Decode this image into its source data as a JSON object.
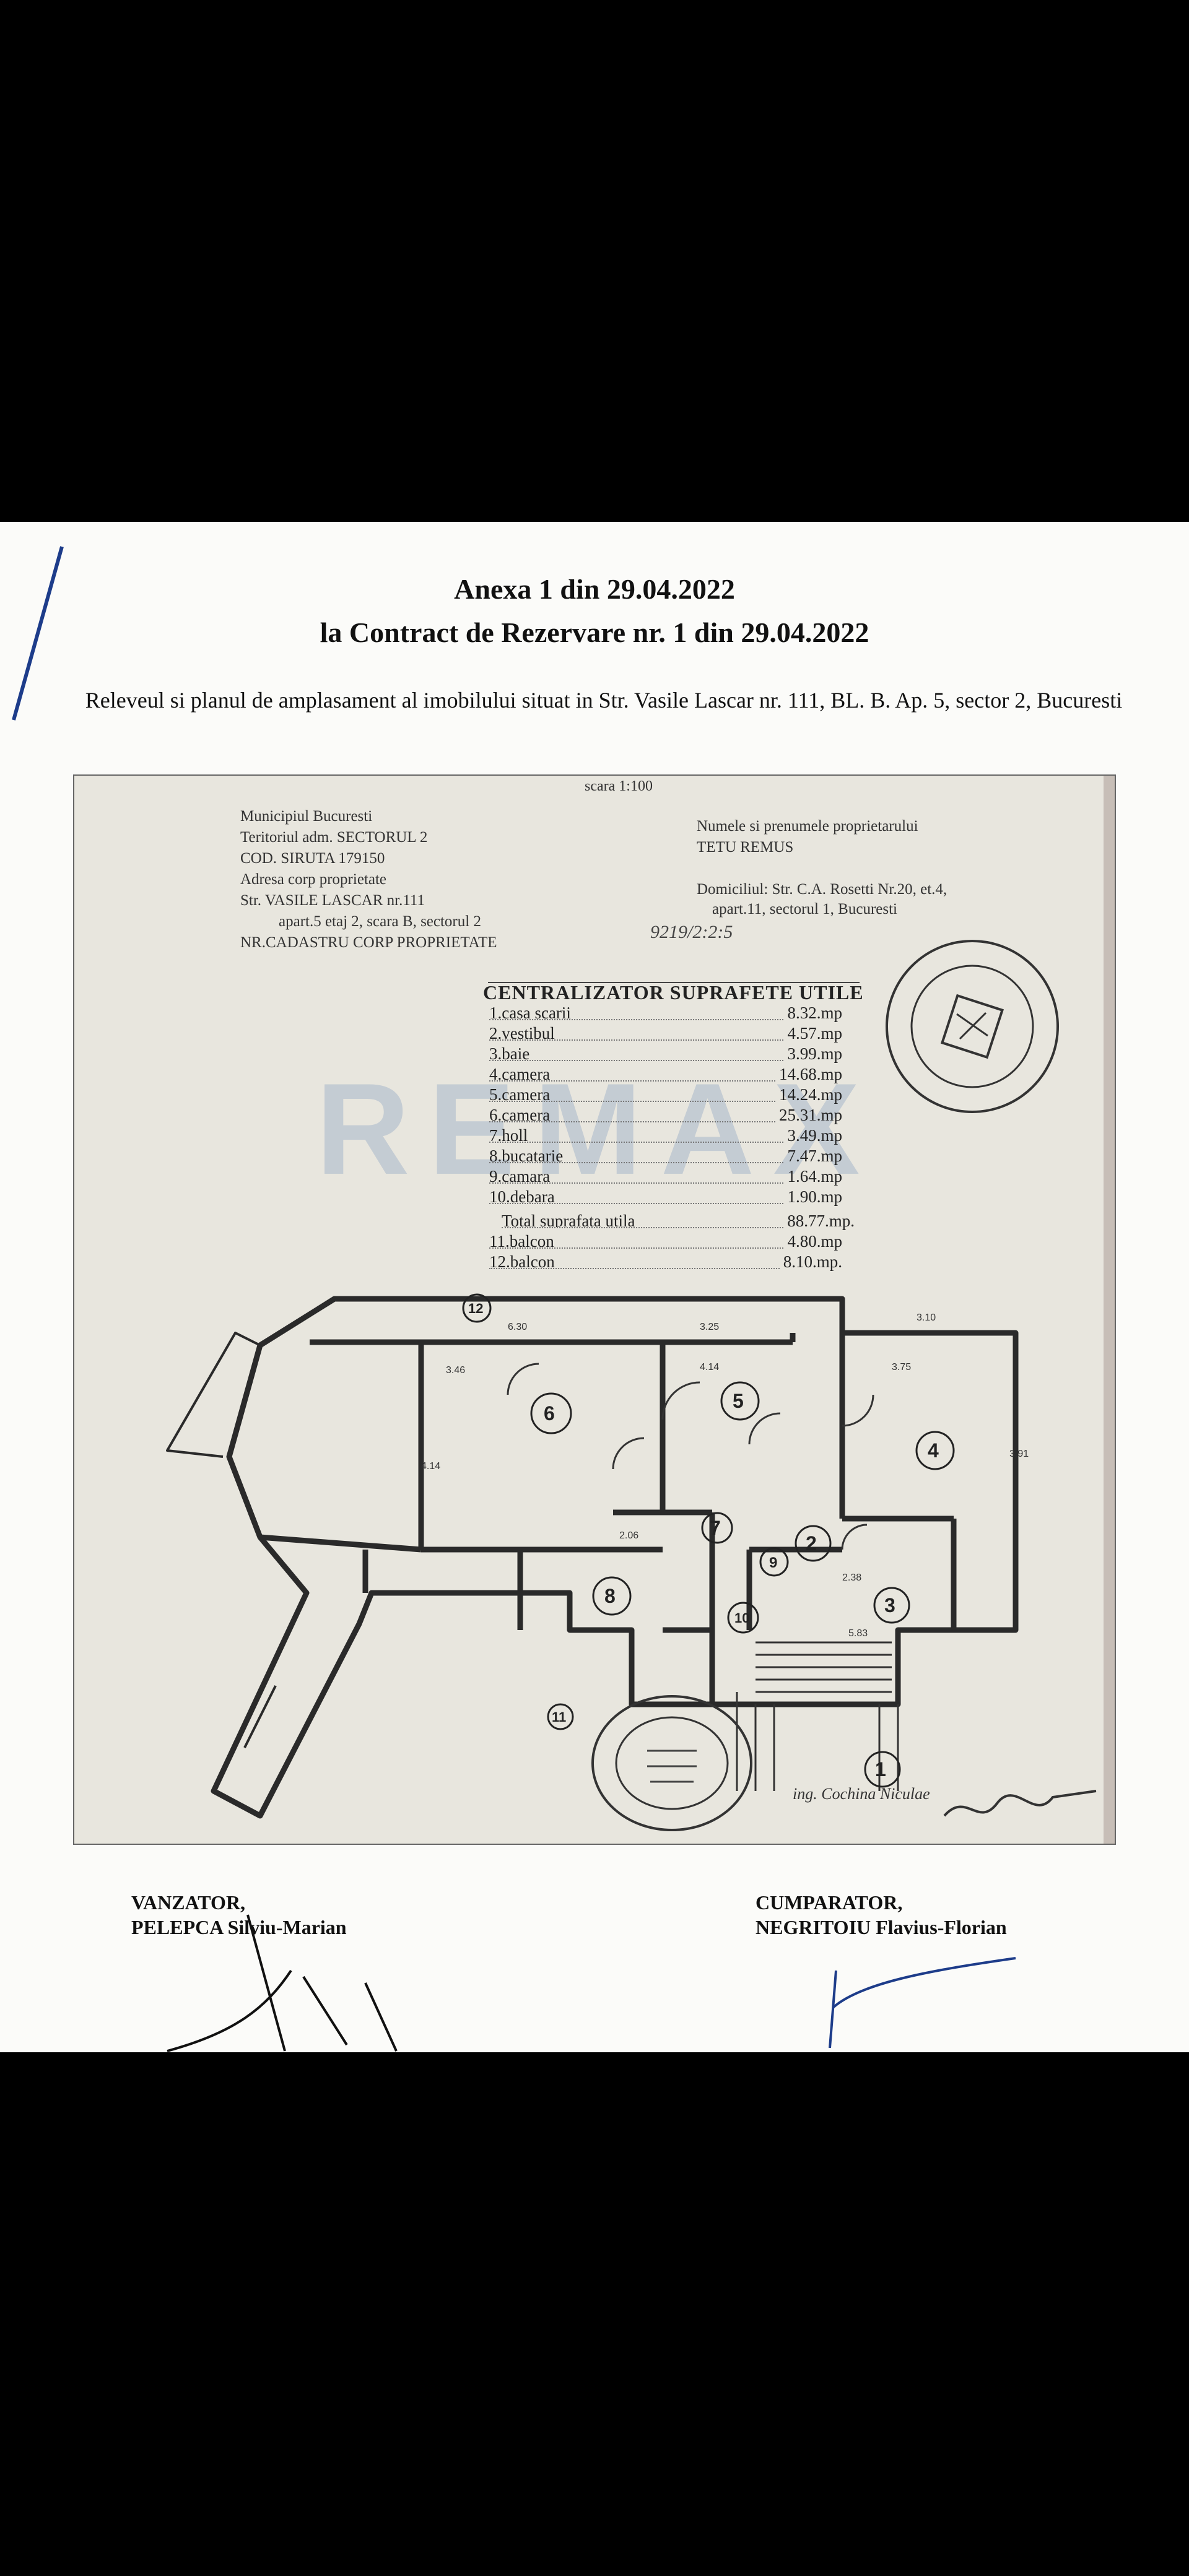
{
  "header": {
    "line1": "Anexa 1  din 29.04.2022",
    "line2": "la Contract de Rezervare nr. 1 din 29.04.2022"
  },
  "intro": "Releveul si planul de amplasament al imobilului situat in Str. Vasile Lascar nr. 111, BL. B. Ap. 5, sector 2, Bucuresti",
  "sheet": {
    "scale": "scara 1:100",
    "location": [
      "Municipiul Bucuresti",
      "Teritoriul adm. SECTORUL 2",
      "COD. SIRUTA 179150",
      "Adresa corp proprietate",
      "Str. VASILE LASCAR nr.111",
      "apart.5 etaj 2, scara B, sectorul 2",
      "NR.CADASTRU CORP PROPRIETATE"
    ],
    "cadastre_number": "9219/2:2:5",
    "owner_label": "Numele si prenumele proprietarului",
    "owner_name": "TETU REMUS",
    "domicile": [
      "Domiciliul: Str. C.A. Rosetti Nr.20, et.4,",
      "apart.11, sectorul 1, Bucuresti"
    ],
    "surfaces_title": "CENTRALIZATOR SUPRAFETE UTILE",
    "surfaces": [
      {
        "label": "1.casa scarii",
        "value": "8.32.mp"
      },
      {
        "label": "2.vestibul",
        "value": "4.57.mp"
      },
      {
        "label": "3.baie",
        "value": "3.99.mp"
      },
      {
        "label": "4.camera",
        "value": "14.68.mp"
      },
      {
        "label": "5.camera",
        "value": "14.24.mp"
      },
      {
        "label": "6.camera",
        "value": "25.31.mp"
      },
      {
        "label": "7.holl",
        "value": "3.49.mp"
      },
      {
        "label": "8.bucatarie",
        "value": "7.47.mp"
      },
      {
        "label": "9.camara",
        "value": "1.64.mp"
      },
      {
        "label": "10.debara",
        "value": "1.90.mp"
      },
      {
        "label": "Total suprafata utila",
        "value": "88.77.mp."
      },
      {
        "label": "11.balcon",
        "value": "4.80.mp"
      },
      {
        "label": "12.balcon",
        "value": "8.10.mp."
      }
    ],
    "watermark": "REMAX",
    "room_numbers": [
      "1",
      "2",
      "3",
      "4",
      "5",
      "6",
      "7",
      "8",
      "9",
      "10",
      "11",
      "12"
    ],
    "surveyor": "ing. Cochina Niculae"
  },
  "seller": {
    "role": "VANZATOR,",
    "name": "PELEPCA Silviu-Marian"
  },
  "buyer": {
    "role": "CUMPARATOR,",
    "name": "NEGRITOIU Flavius-Florian"
  }
}
